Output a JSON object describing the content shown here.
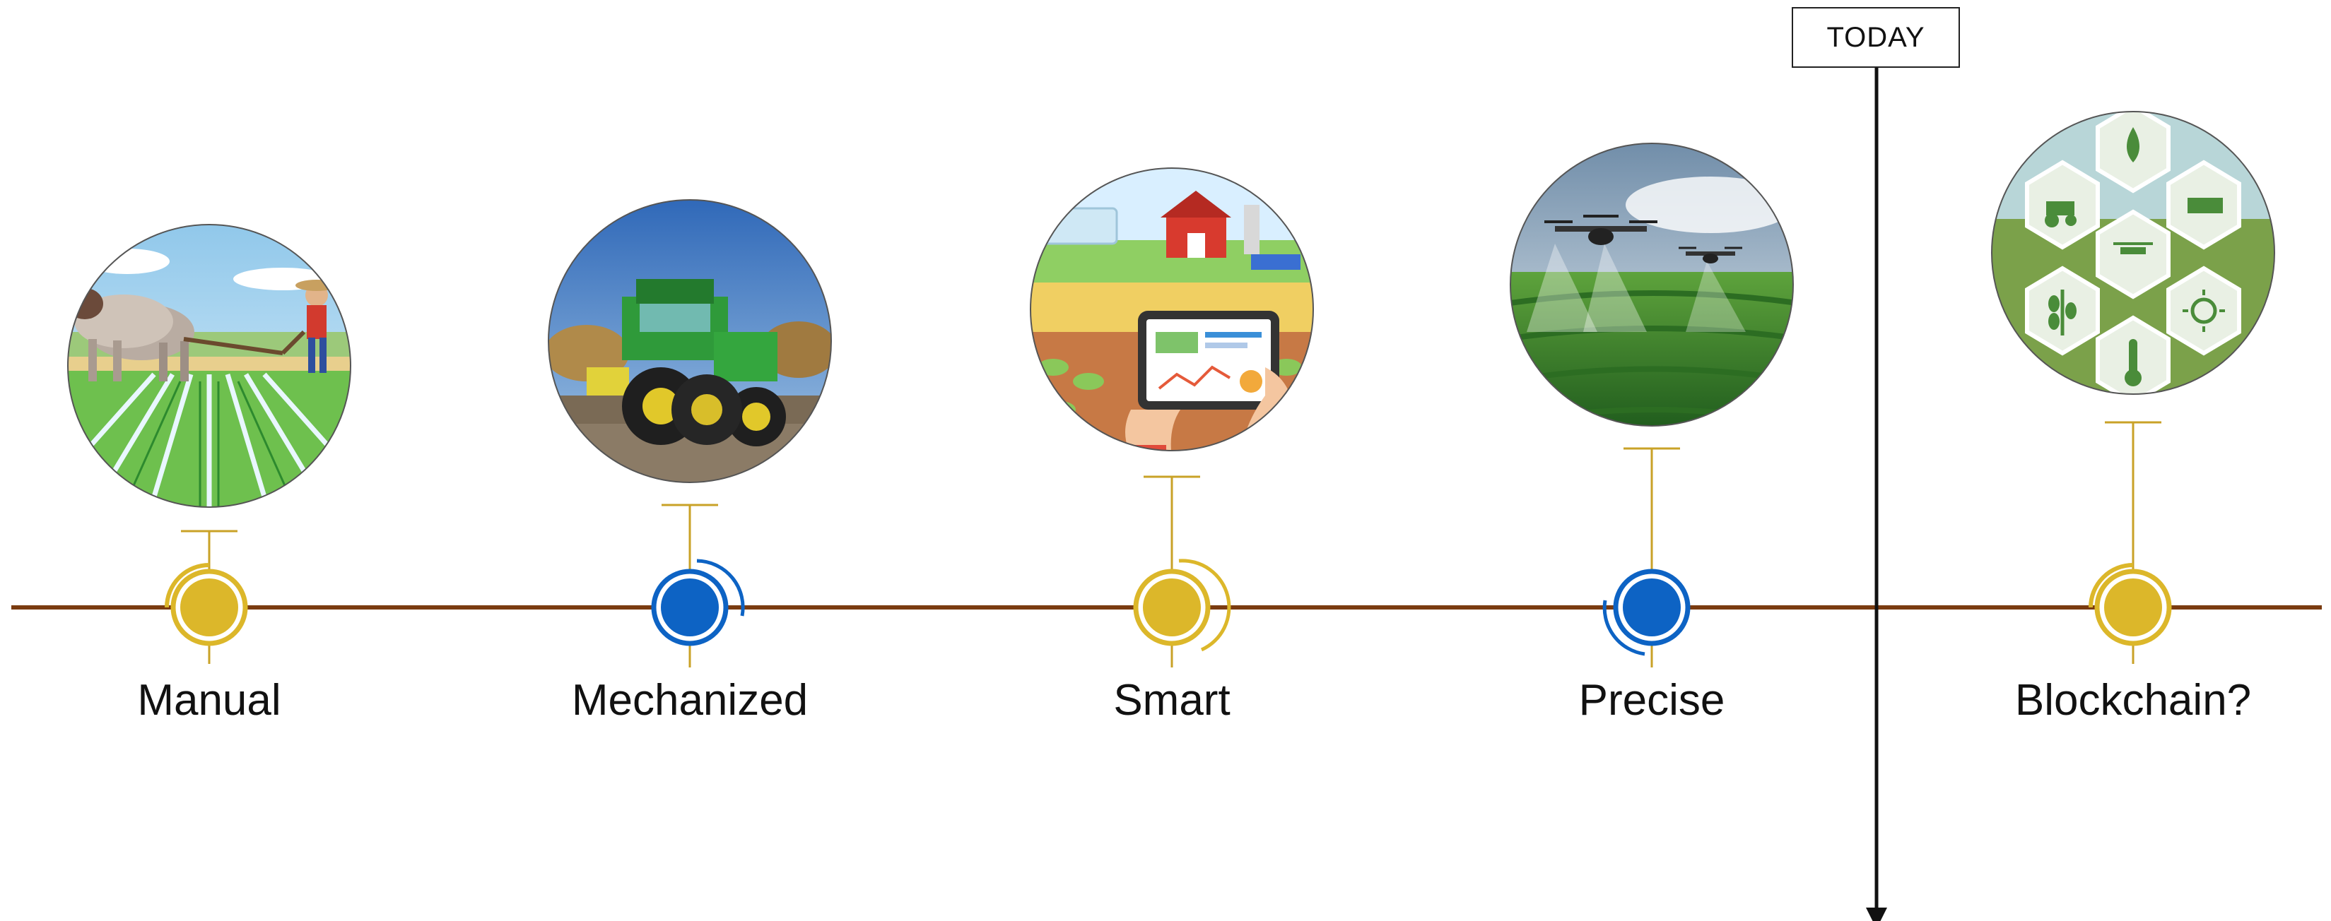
{
  "today_label": "TODAY",
  "colors": {
    "timeline": "#7a3b10",
    "gold": "#dcb72a",
    "blue": "#0d63c4",
    "stem": "#c9a227",
    "today_line": "#111111"
  },
  "stages": [
    {
      "label": "Manual",
      "image": "ox-plough-farmer",
      "node_color": "gold"
    },
    {
      "label": "Mechanized",
      "image": "green-tractor",
      "node_color": "blue"
    },
    {
      "label": "Smart",
      "image": "tablet-smart-farm",
      "node_color": "gold"
    },
    {
      "label": "Precise",
      "image": "drones-over-field",
      "node_color": "blue"
    },
    {
      "label": "Blockchain?",
      "image": "hexagon-agri-icons",
      "node_color": "gold"
    }
  ]
}
